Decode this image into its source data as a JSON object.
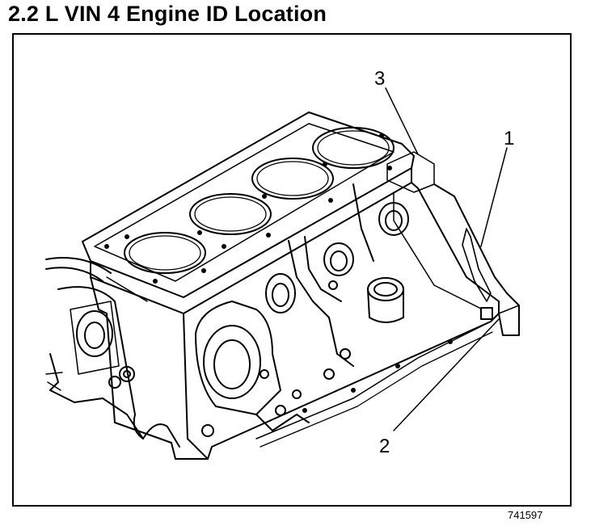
{
  "page": {
    "title": "2.2 L VIN 4 Engine ID Location",
    "figure_id": "741597"
  },
  "callouts": [
    {
      "number": "1",
      "target": "engine-id-pad"
    },
    {
      "number": "2",
      "target": "block-flange-corner"
    },
    {
      "number": "3",
      "target": "deck-corner"
    }
  ]
}
